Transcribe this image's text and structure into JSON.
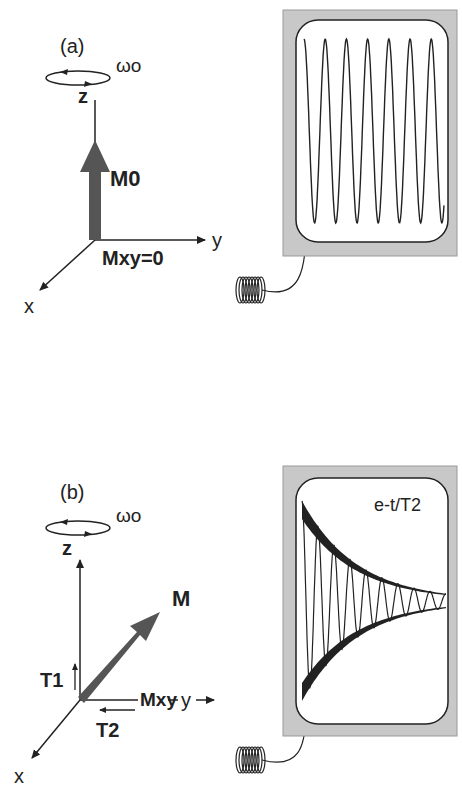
{
  "diagram": {
    "labels": [
      "(a)",
      "ωo",
      "z",
      "M0",
      "y",
      "Mxy=0",
      "x",
      "(b)",
      "ωo",
      "z",
      "M",
      "T1",
      "Mxy",
      "y",
      "T2",
      "x",
      "e-t/T2"
    ]
  }
}
